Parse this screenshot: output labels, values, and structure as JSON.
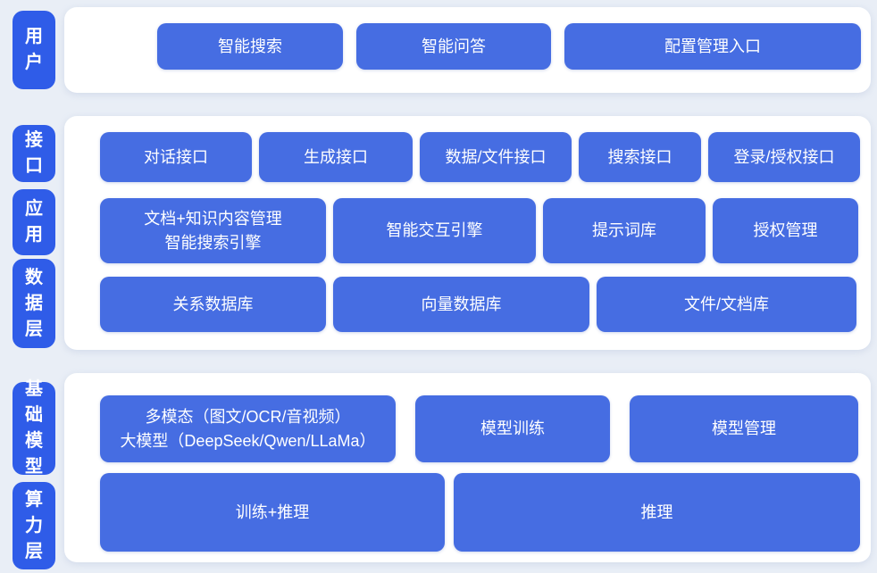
{
  "colors": {
    "page_background": "#e9eef6",
    "panel_background": "#ffffff",
    "node_blue": "#466de2",
    "layer_label_blue": "#2f5ce8",
    "text_white": "#ffffff"
  },
  "layer_labels": {
    "user": "用户",
    "interface": "接口",
    "application": "应用",
    "data": "数据层",
    "foundation_model": "基础模型",
    "compute": "算力层"
  },
  "nodes": {
    "user_row": [
      "智能搜索",
      "智能问答",
      "配置管理入口"
    ],
    "interface_row": [
      "对话接口",
      "生成接口",
      "数据/文件接口",
      "搜索接口",
      "登录/授权接口"
    ],
    "application_row": [
      "文档+知识内容管理\n智能搜索引擎",
      "智能交互引擎",
      "提示词库",
      "授权管理"
    ],
    "data_row": [
      "关系数据库",
      "向量数据库",
      "文件/文档库"
    ],
    "model_row": [
      "多模态（图文/OCR/音视频）\n大模型（DeepSeek/Qwen/LLaMa）",
      "模型训练",
      "模型管理"
    ],
    "compute_row": [
      "训练+推理",
      "推理"
    ]
  }
}
